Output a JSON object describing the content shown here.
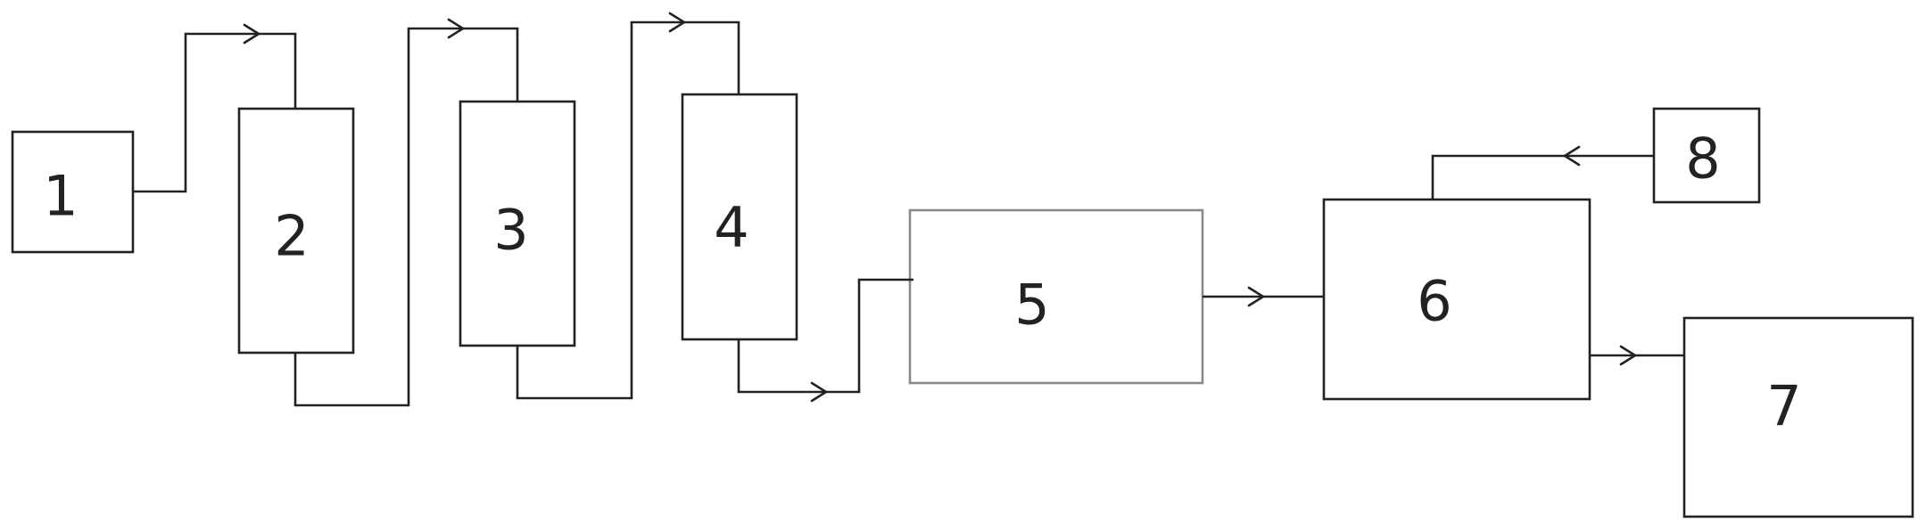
{
  "diagram": {
    "nodes": [
      {
        "id": "1",
        "label": "1"
      },
      {
        "id": "2",
        "label": "2"
      },
      {
        "id": "3",
        "label": "3"
      },
      {
        "id": "4",
        "label": "4"
      },
      {
        "id": "5",
        "label": "5"
      },
      {
        "id": "6",
        "label": "6"
      },
      {
        "id": "7",
        "label": "7"
      },
      {
        "id": "8",
        "label": "8"
      }
    ],
    "edges": [
      {
        "from": "1",
        "to": "2"
      },
      {
        "from": "2",
        "to": "3"
      },
      {
        "from": "3",
        "to": "4"
      },
      {
        "from": "4",
        "to": "5"
      },
      {
        "from": "5",
        "to": "6"
      },
      {
        "from": "6",
        "to": "7"
      },
      {
        "from": "8",
        "to": "6"
      }
    ]
  }
}
